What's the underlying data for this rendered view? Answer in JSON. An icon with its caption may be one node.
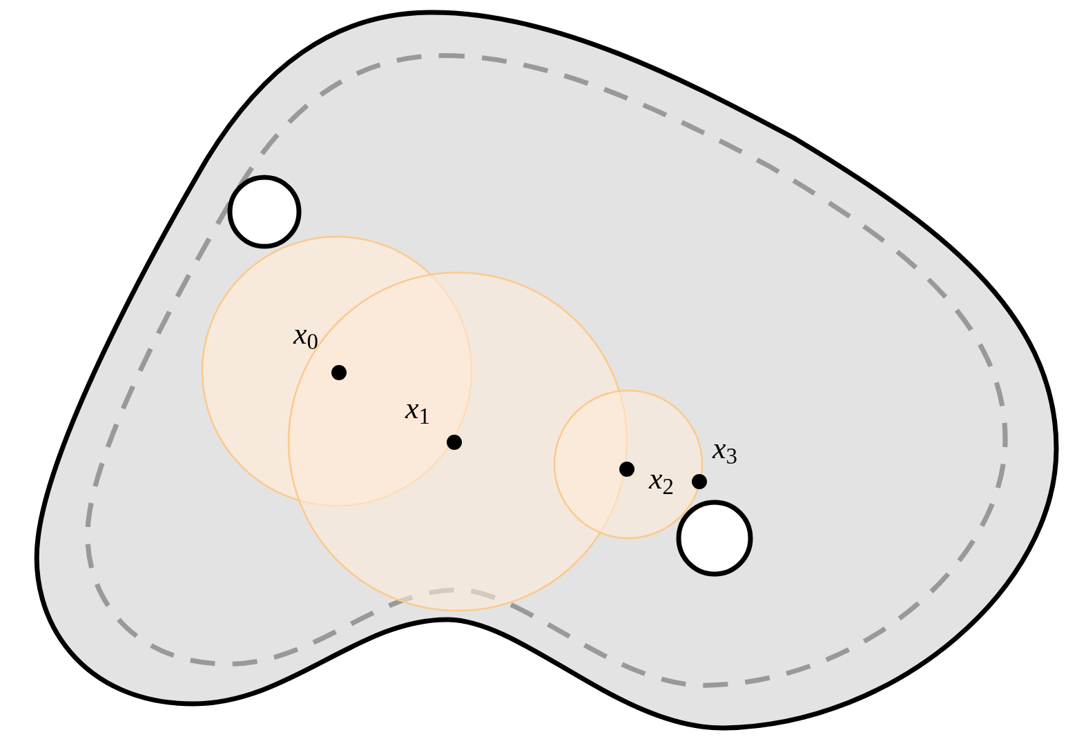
{
  "diagram": {
    "labels": [
      "*x*$_{0}$",
      "*x*$_{1}$",
      "*x*$_{2}$",
      "*x*$_{3}$"
    ]
  }
}
